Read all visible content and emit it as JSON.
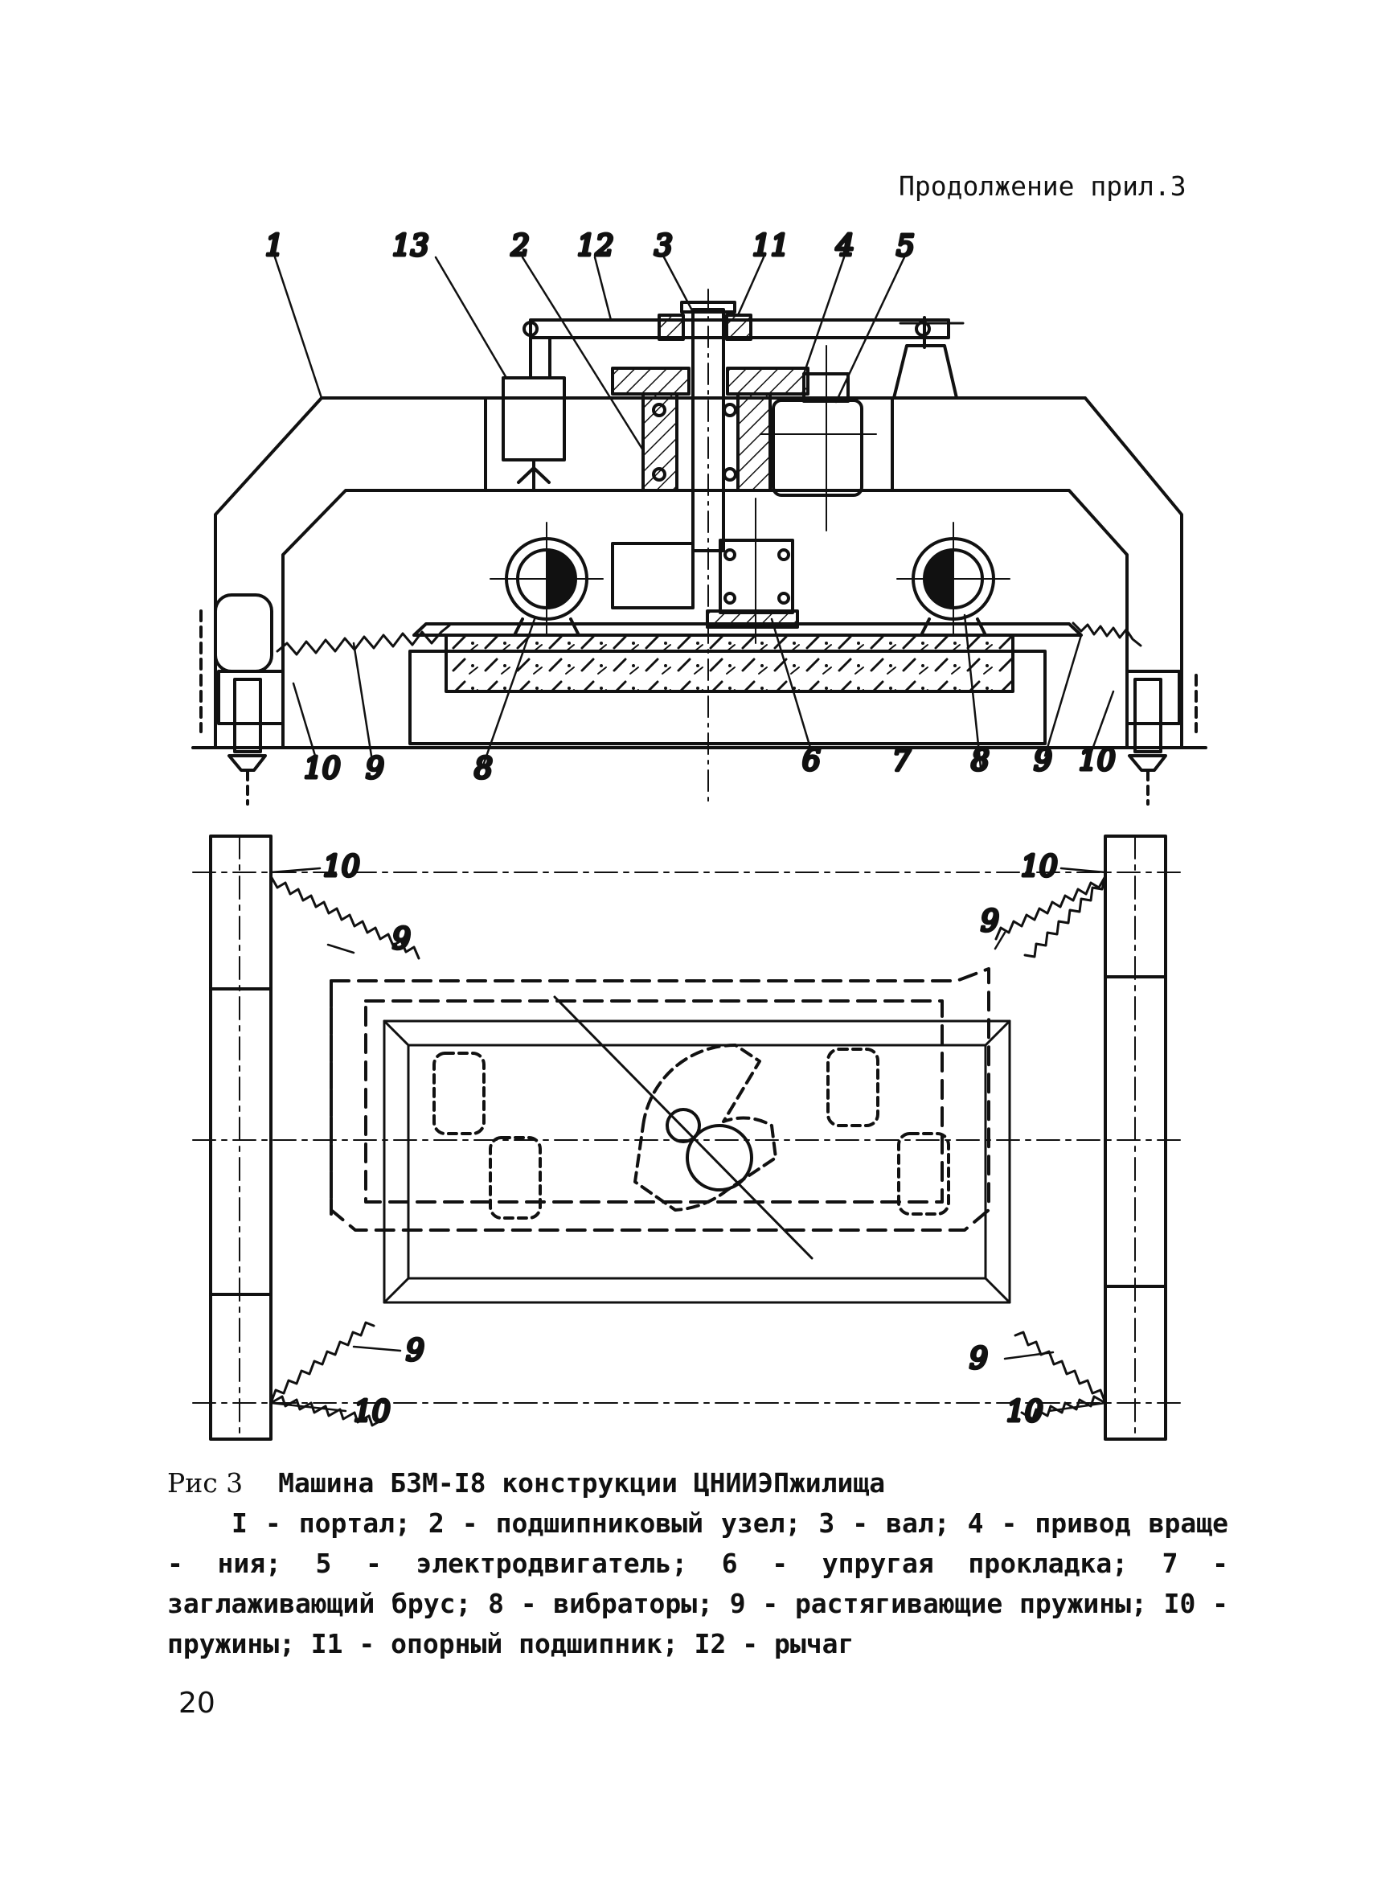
{
  "header": {
    "continuation": "Продолжение прил.3"
  },
  "figure_top": {
    "labels": {
      "l1": "1",
      "l13": "13",
      "l2": "2",
      "l12": "12",
      "l3": "3",
      "l11": "11",
      "l4": "4",
      "l5": "5",
      "b10a": "10",
      "b9a": "9",
      "b8a": "8",
      "b6": "6",
      "b7": "7",
      "b8b": "8",
      "b9b": "9",
      "b10b": "10"
    }
  },
  "figure_bottom": {
    "labels": {
      "tl10": "10",
      "tl9": "9",
      "tr10": "10",
      "tr9": "9",
      "bl9": "9",
      "bl10": "10",
      "br9": "9",
      "br10": "10"
    }
  },
  "caption": {
    "figure_number": "Рис 3",
    "title": "Машина БЗМ-I8 конструкции ЦНИИЭПжилища",
    "legend": "I - портал; 2 - подшипниковый узел; 3 - вал; 4 - привод враще - ния; 5 - электродвигатель; 6 - упругая прокладка; 7 - заглаживающий брус; 8 - вибраторы; 9 - растягивающие пружины; I0 - пружины; I1 - опорный подшипник; I2 - рычаг"
  },
  "page_number": "20"
}
